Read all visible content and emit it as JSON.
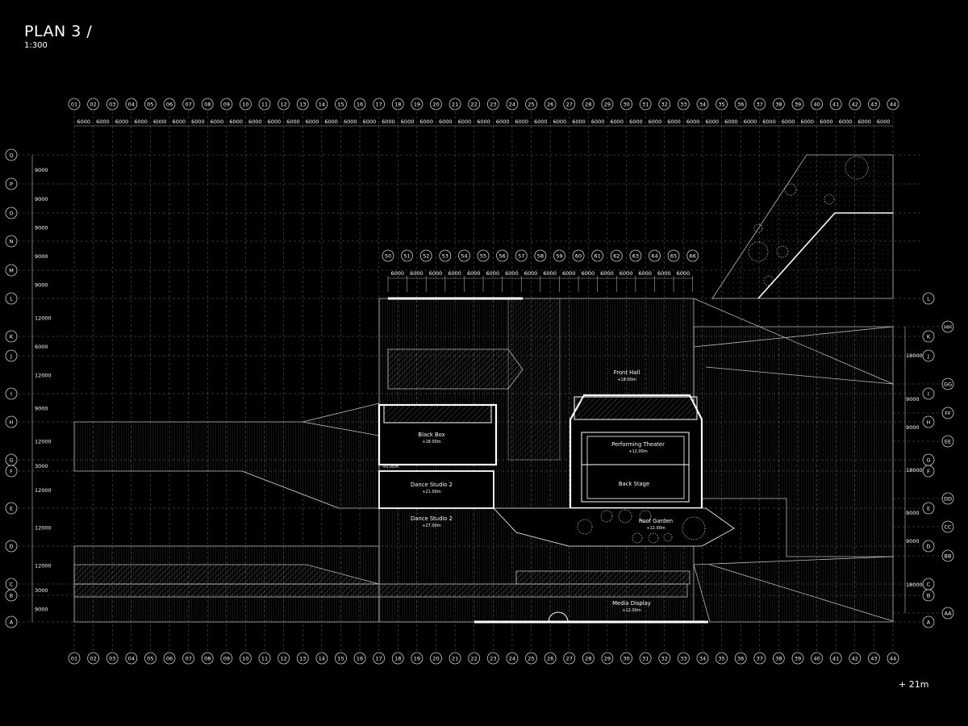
{
  "header": {
    "title": "PLAN 3 /",
    "scale": "1:300"
  },
  "level_label": "+ 21m",
  "columns": [
    "01",
    "02",
    "03",
    "04",
    "05",
    "06",
    "07",
    "08",
    "09",
    "10",
    "11",
    "12",
    "13",
    "14",
    "15",
    "16",
    "17",
    "18",
    "19",
    "20",
    "21",
    "22",
    "23",
    "24",
    "25",
    "26",
    "27",
    "28",
    "29",
    "30",
    "31",
    "32",
    "33",
    "34",
    "35",
    "36",
    "37",
    "38",
    "39",
    "40",
    "41",
    "42",
    "43",
    "44"
  ],
  "column_spacing_label": "6000",
  "sub_columns": [
    "50",
    "51",
    "52",
    "53",
    "54",
    "55",
    "56",
    "57",
    "58",
    "59",
    "60",
    "61",
    "62",
    "63",
    "64",
    "65",
    "66"
  ],
  "rows_left": [
    {
      "id": "Q"
    },
    {
      "id": "P"
    },
    {
      "id": "O"
    },
    {
      "id": "N"
    },
    {
      "id": "M"
    },
    {
      "id": "L"
    },
    {
      "id": "K"
    },
    {
      "id": "J"
    },
    {
      "id": "I"
    },
    {
      "id": "H"
    },
    {
      "id": "G"
    },
    {
      "id": "F"
    },
    {
      "id": "E"
    },
    {
      "id": "D"
    },
    {
      "id": "C"
    },
    {
      "id": "B"
    },
    {
      "id": "A"
    }
  ],
  "row_dims_left": [
    "9000",
    "9000",
    "9000",
    "9000",
    "9000",
    "12000",
    "6000",
    "12000",
    "9000",
    "12000",
    "3000",
    "12000",
    "12000",
    "12000",
    "3000",
    "9000"
  ],
  "rows_right_double": [
    "HH",
    "GG",
    "FF",
    "EE",
    "DD",
    "CC",
    "BB",
    "AA"
  ],
  "row_dims_right": [
    "18000",
    "9000",
    "9000",
    "18000",
    "9000",
    "9000",
    "18000"
  ],
  "rooms": [
    {
      "name": "Black Box",
      "level": "+18.00m"
    },
    {
      "name": "Dance Studio 2",
      "level": "+21.00m"
    },
    {
      "name": "Dance Studio 2",
      "level": "+27.00m"
    },
    {
      "name": "Front Hall",
      "level": "+18.00m"
    },
    {
      "name": "Performing Theater",
      "level": "+12.00m"
    },
    {
      "name": "Back Stage",
      "level": ""
    },
    {
      "name": "Roof Garden",
      "level": "+12.00m"
    },
    {
      "name": "Media Display",
      "level": "+12.00m"
    }
  ],
  "spot_level": "+0.00m",
  "colors": {
    "background": "#000000",
    "line": "#ffffff",
    "grid": "#8a8a8a"
  }
}
